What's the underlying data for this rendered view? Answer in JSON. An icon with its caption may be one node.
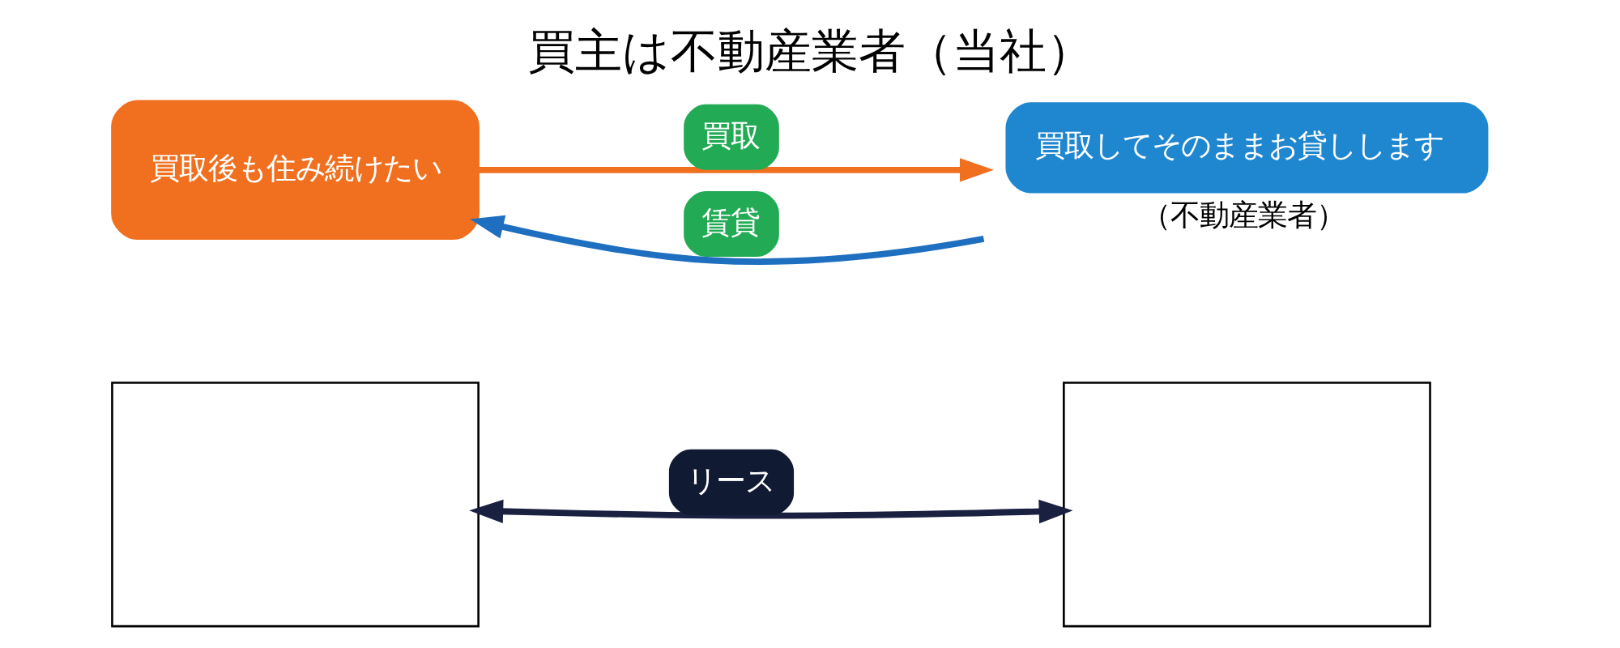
{
  "diagram": {
    "title": "買主は不動産業者（当社）",
    "nodes": [
      {
        "text": [],
        "shape": "box"
      },
      {
        "text": [],
        "shape": "box"
      },
      {
        "text": [
          "買取後も住み続けたい"
        ]
      },
      {
        "text": [
          "買取してそのままお貸しします"
        ],
        "beside": [
          "（不動産業者）"
        ]
      }
    ],
    "edges": [
      {
        "from": 0,
        "to": 1,
        "arrow": "both",
        "label": "リース",
        "color": "#1a2040"
      },
      {
        "from": 2,
        "to": 3,
        "arrow": "to",
        "label": "買取",
        "color": "#f07020"
      },
      {
        "from": 3,
        "to": 2,
        "arrow": "to",
        "label": "賃貸",
        "color": "#1f6fc0"
      }
    ]
  }
}
